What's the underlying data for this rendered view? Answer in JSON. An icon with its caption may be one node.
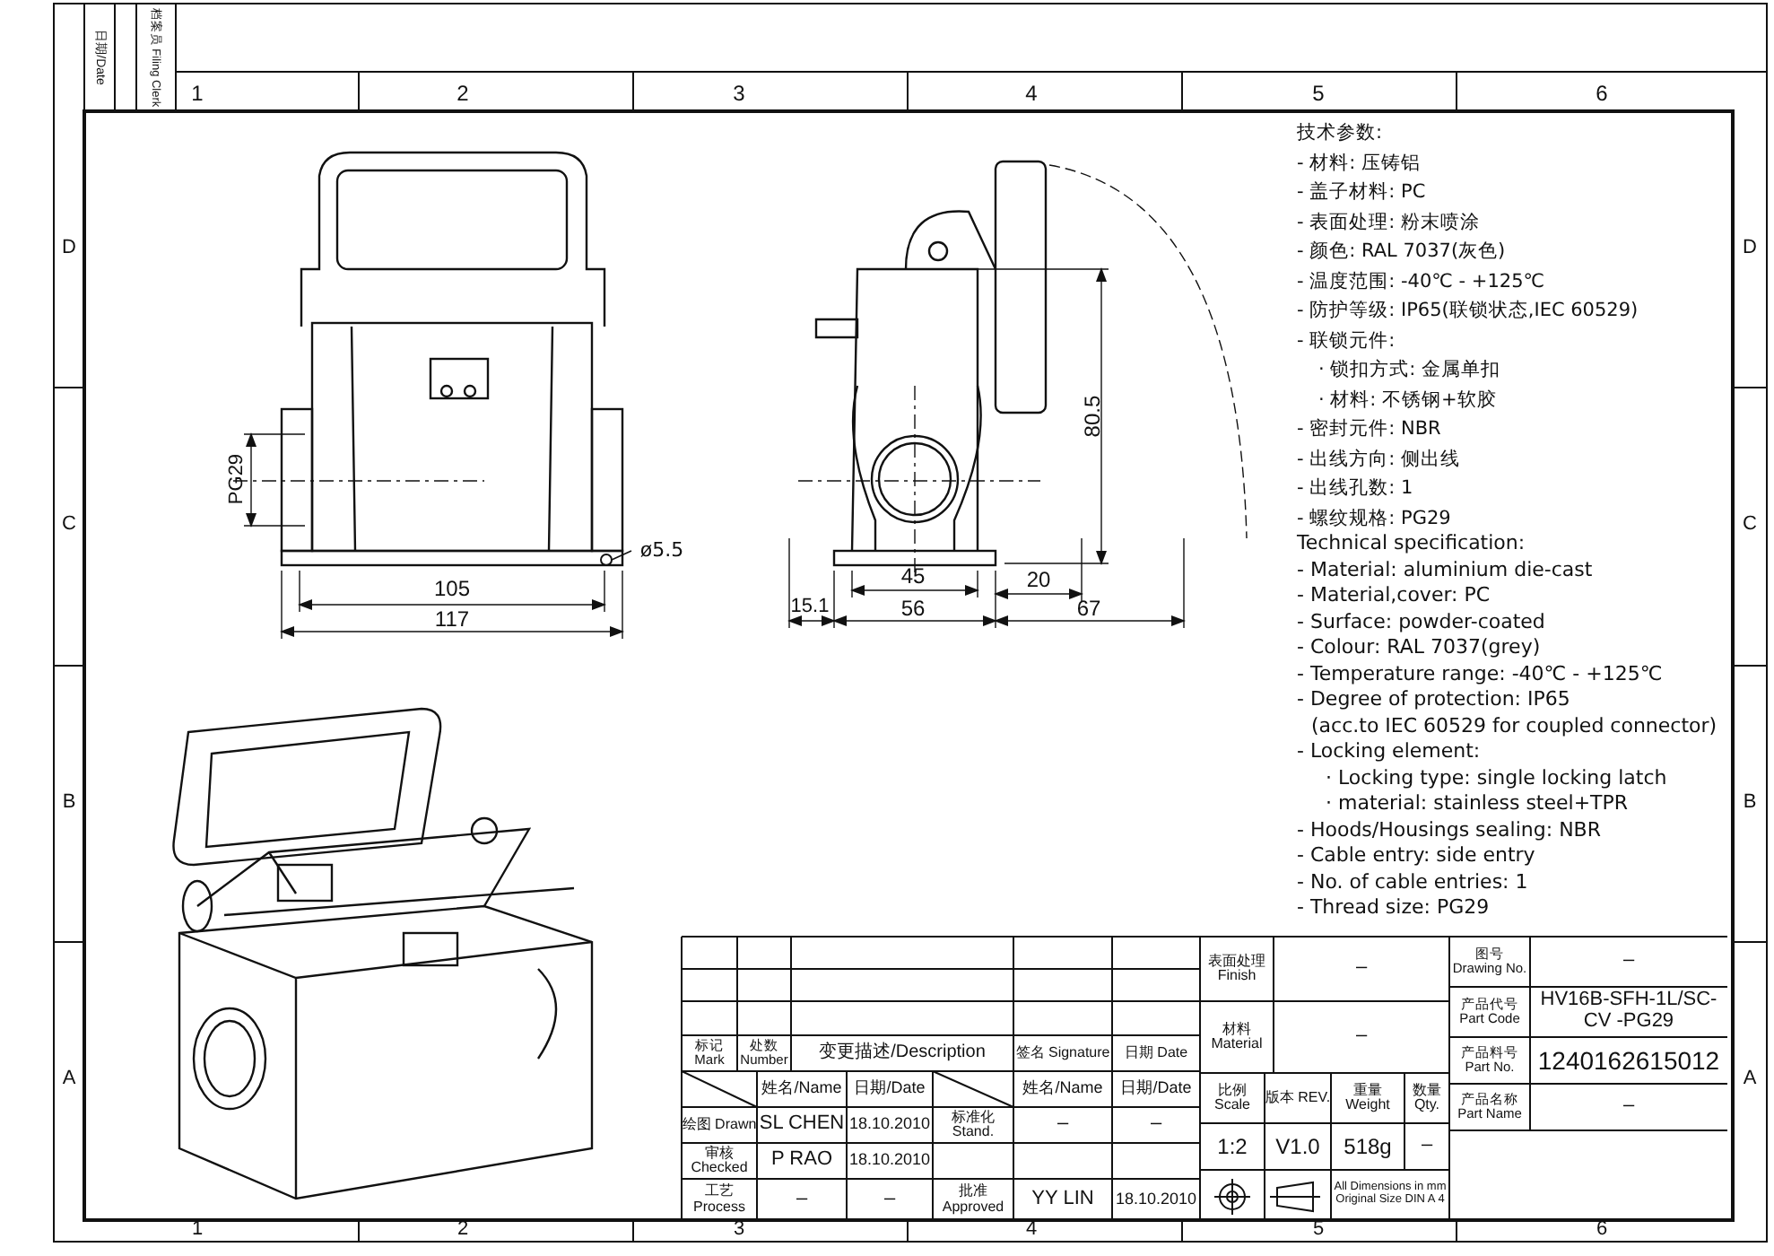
{
  "diagram": {
    "nodes": [
      {
        "text": [
          "ø5.5"
        ]
      },
      {
        "text": [],
        "shape": "circle"
      }
    ],
    "edges": [
      {
        "from": 0,
        "to": 1,
        "arrow": "none"
      }
    ],
    "labels": [
      "日期/Date",
      "档案员 Filing Clerk",
      "1",
      "2",
      "3",
      "4",
      "5",
      "6",
      "D",
      "D",
      "C",
      "C",
      "B",
      "B",
      "A",
      "A",
      "80.5",
      "PG29",
      "105",
      "45",
      "20",
      "117",
      "15.1",
      "56",
      "67",
      "技术参数:",
      "- 材料: 压铸铝",
      "- 盖子材料: PC",
      "- 表面处理: 粉末喷涂",
      "- 颜色: RAL 7037(灰色)",
      "- 温度范围: -40℃ - +125℃",
      "- 防护等级: IP65(联锁状态,IEC 60529)",
      "- 联锁元件:",
      "· 锁扣方式: 金属单扣",
      "· 材料: 不锈钢+软胶",
      "- 密封元件: NBR",
      "- 出线方向: 侧出线",
      "- 出线孔数: 1",
      "- 螺纹规格: PG29",
      "Technical specification:",
      "- Material: aluminium die-cast",
      "- Material,cover: PC",
      "- Surface: powder-coated",
      "- Colour: RAL 7037(grey)",
      "- Temperature range: -40℃ - +125℃",
      "- Degree of protection: IP65",
      "(acc.to IEC 60529 for coupled connector)",
      "- Locking element:",
      "· Locking type: single locking latch",
      "· material: stainless steel+TPR",
      "- Hoods/Housings sealing: NBR",
      "- Cable entry: side entry",
      "- No. of cable entries: 1",
      "- Thread size: PG29",
      "表面处理 Finish",
      "–",
      "图号 Drawing No.",
      "–",
      "产品代号 Part Code",
      "HV16B-SFH-1L/SC-CV -PG29",
      "材料 Material",
      "–",
      "标记 Mark",
      "处数 Number",
      "变更描述/Description",
      "签名 Signature",
      "日期 Date",
      "产品料号 Part No.",
      "1240162615012",
      "姓名/Name",
      "日期/Date",
      "姓名/Name",
      "日期/Date",
      "比例 Scale",
      "版本 REV.",
      "重量 Weight",
      "数量 Qty.",
      "产品名称 Part Name",
      "–",
      "绘图 Drawn",
      "SL CHEN",
      "18.10.2010",
      "标准化 Stand.",
      "–",
      "–",
      "1:2",
      "V1.0",
      "518g",
      "–",
      "审核 Checked",
      "P RAO",
      "18.10.2010",
      "工艺 Process",
      "–",
      "–",
      "批准 Approved",
      "YY LIN",
      "18.10.2010",
      "All Dimensions in mm Original Size DIN A 4",
      "1",
      "2",
      "3",
      "4",
      "5",
      "6"
    ]
  }
}
